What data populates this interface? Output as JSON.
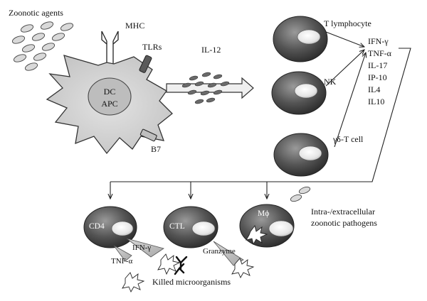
{
  "labels": {
    "zoonotic_agents": "Zoonotic agents",
    "mhc": "MHC",
    "tlrs": "TLRs",
    "dc": "DC",
    "apc": "APC",
    "b7": "B7",
    "il12": "IL-12",
    "t_lymphocyte": "T lymphocyte",
    "nk": "NK",
    "gd_t_cell": "γδ-T cell",
    "cd4": "CD4",
    "ctl": "CTL",
    "macrophage": "Mϕ",
    "intra_extra_line1": "Intra-/extracellular",
    "intra_extra_line2": "zoonotic pathogens",
    "ifn_gamma_small": "IFN-γ",
    "tnf_alpha_small": "TNF-α",
    "granzyme": "Granzyme",
    "killed_microorganisms": "Killed microorganisms"
  },
  "cytokines": [
    "IFN-γ",
    "TNF-α",
    "IL-17",
    "IP-10",
    "IL4",
    "IL10"
  ]
}
